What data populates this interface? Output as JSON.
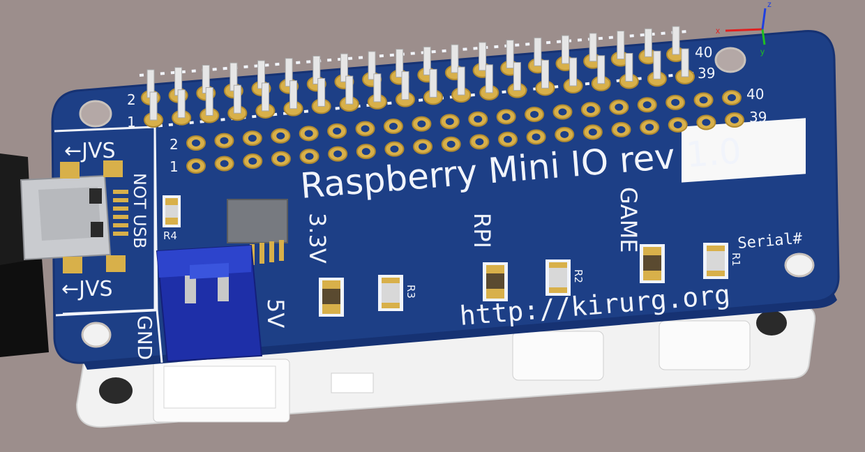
{
  "board": {
    "title": "Raspberry Mini IO rev 1.0",
    "url": "http://kirurg.org",
    "serial_label": "Serial#",
    "labels": {
      "jvs_top": "←JVS",
      "jvs_bottom": "←JVS",
      "not_usb": "NOT USB",
      "gnd": "GND",
      "v5": "5V",
      "v33": "3.3V",
      "rpi": "RPI",
      "game": "GAME"
    },
    "pin_labels": {
      "left_top_2": "2",
      "left_top_1": "1",
      "left_bottom_2": "2",
      "left_bottom_1": "1",
      "right_top_40": "40",
      "right_top_39": "39",
      "right_bottom_40": "40",
      "right_bottom_39": "39"
    },
    "resistors": {
      "r1": "R1",
      "r2": "R2",
      "r3": "R3",
      "r4": "R4"
    }
  },
  "colors": {
    "background": "#9c8e8c",
    "pcb": "#1d3f86",
    "pcb_edge": "#163273",
    "silkscreen": "#f1f4fb",
    "pad_gold": "#d8b04a",
    "base_plate": "#f3f3f3",
    "connector_blue": "#1e2fa8",
    "axis_x": "#e02020",
    "axis_y": "#20c020",
    "axis_z": "#2040e0"
  },
  "axes": {
    "x": "x",
    "y": "y",
    "z": "z"
  }
}
